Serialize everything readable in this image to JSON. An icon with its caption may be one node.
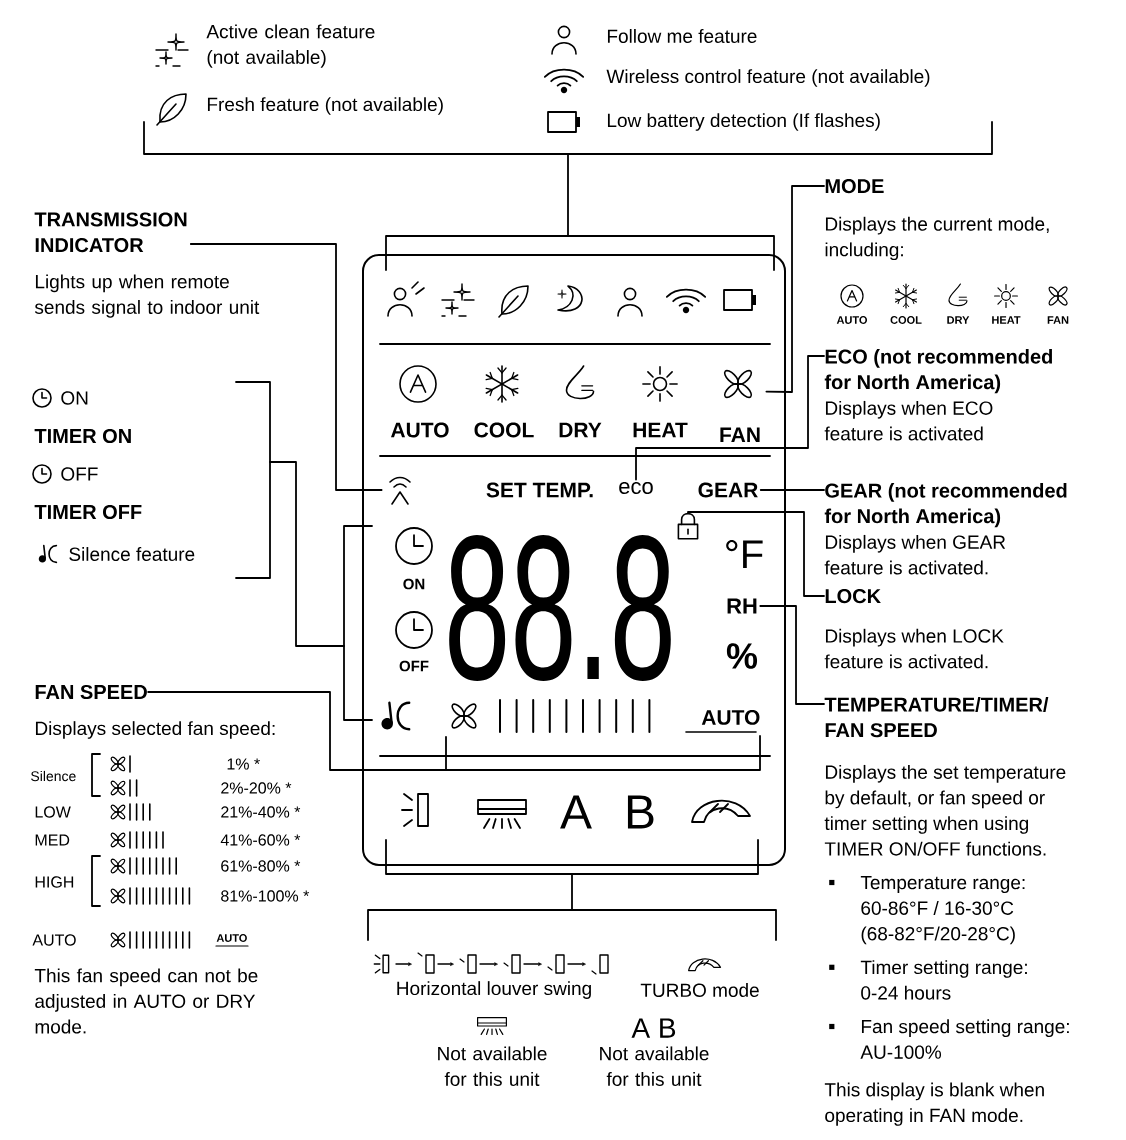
{
  "diagram": {
    "nodes": [
      {
        "text": [],
        "shape": "box"
      },
      {
        "text": [],
        "shape": "antenna",
        "in": 0
      },
      {
        "text": [
          "FAN"
        ],
        "in": 0
      },
      {
        "text": [
          "eco"
        ],
        "in": 0
      },
      {
        "text": [
          "GEAR"
        ],
        "in": 0
      },
      {
        "text": [],
        "shape": "padlock",
        "in": 0
      },
      {
        "text": [
          "RH"
        ],
        "in": 0
      },
      {
        "text": [
          "AUTO"
        ],
        "in": 0
      },
      {
        "text": [
          "TRANSMISSION INDICATOR"
        ]
      },
      {
        "text": [
          "MODE",
          "Displays the current mode, including:"
        ]
      },
      {
        "text": [
          "ECO (not recommended for North America)",
          "Displays when ECO feature is activated"
        ]
      },
      {
        "text": [
          "GEAR (not recommended for North America)",
          "Displays when GEAR feature is activated."
        ]
      },
      {
        "text": [
          "LOCK",
          "Displays when LOCK feature is activated."
        ]
      },
      {
        "text": [
          "TEMPERATURE/TIMER/ FAN SPEED",
          "Displays the set temperature by default, or fan speed or timer setting when using TIMER ON/OFF functions.",
          "Temperature range: 60-86°F / 16-30°C (68-82°F/20-28°C)",
          "Timer setting range: 0-24 hours",
          "Fan speed setting range: AU-100%",
          "This display is blank when operating in FAN mode."
        ]
      },
      {
        "text": [
          "FAN SPEED"
        ]
      }
    ],
    "edges": [
      {
        "from": 8,
        "to": 1,
        "arrow": "none"
      },
      {
        "from": 9,
        "to": 2,
        "arrow": "none"
      },
      {
        "from": 10,
        "to": 3,
        "arrow": "none"
      },
      {
        "from": 11,
        "to": 4,
        "arrow": "none"
      },
      {
        "from": 12,
        "to": 5,
        "arrow": "none"
      },
      {
        "from": 13,
        "to": 6,
        "arrow": "none"
      },
      {
        "from": 14,
        "to": 7,
        "arrow": "none"
      }
    ],
    "labels": [
      "Active clean feature (not available)",
      "Fresh feature (not available)",
      "Follow me feature",
      "Wireless control feature (not available)",
      "Low battery detection (If flashes)",
      "Lights up when remote sends signal to indoor unit",
      "ON",
      "TIMER ON",
      "OFF",
      "TIMER OFF",
      "Silence feature",
      "AUTO",
      "COOL",
      "DRY",
      "HEAT",
      "SET TEMP.",
      "ON",
      "OFF",
      "88.8",
      "°F",
      "%",
      "A",
      "B",
      "AUTO",
      "COOL",
      "DRY",
      "HEAT",
      "FAN",
      "Displays selected fan speed:",
      "Silence",
      "1% *",
      "2%-20% *",
      "LOW",
      "21%-40% *",
      "MED",
      "41%-60% *",
      "HIGH",
      "61%-80% *",
      "81%-100% *",
      "AUTO",
      "AUTO",
      "This fan speed can not be adjusted in AUTO or DRY mode.",
      "Horizontal louver swing",
      "TURBO mode",
      "A B",
      "Not available for this unit",
      "Not available for this unit"
    ]
  }
}
